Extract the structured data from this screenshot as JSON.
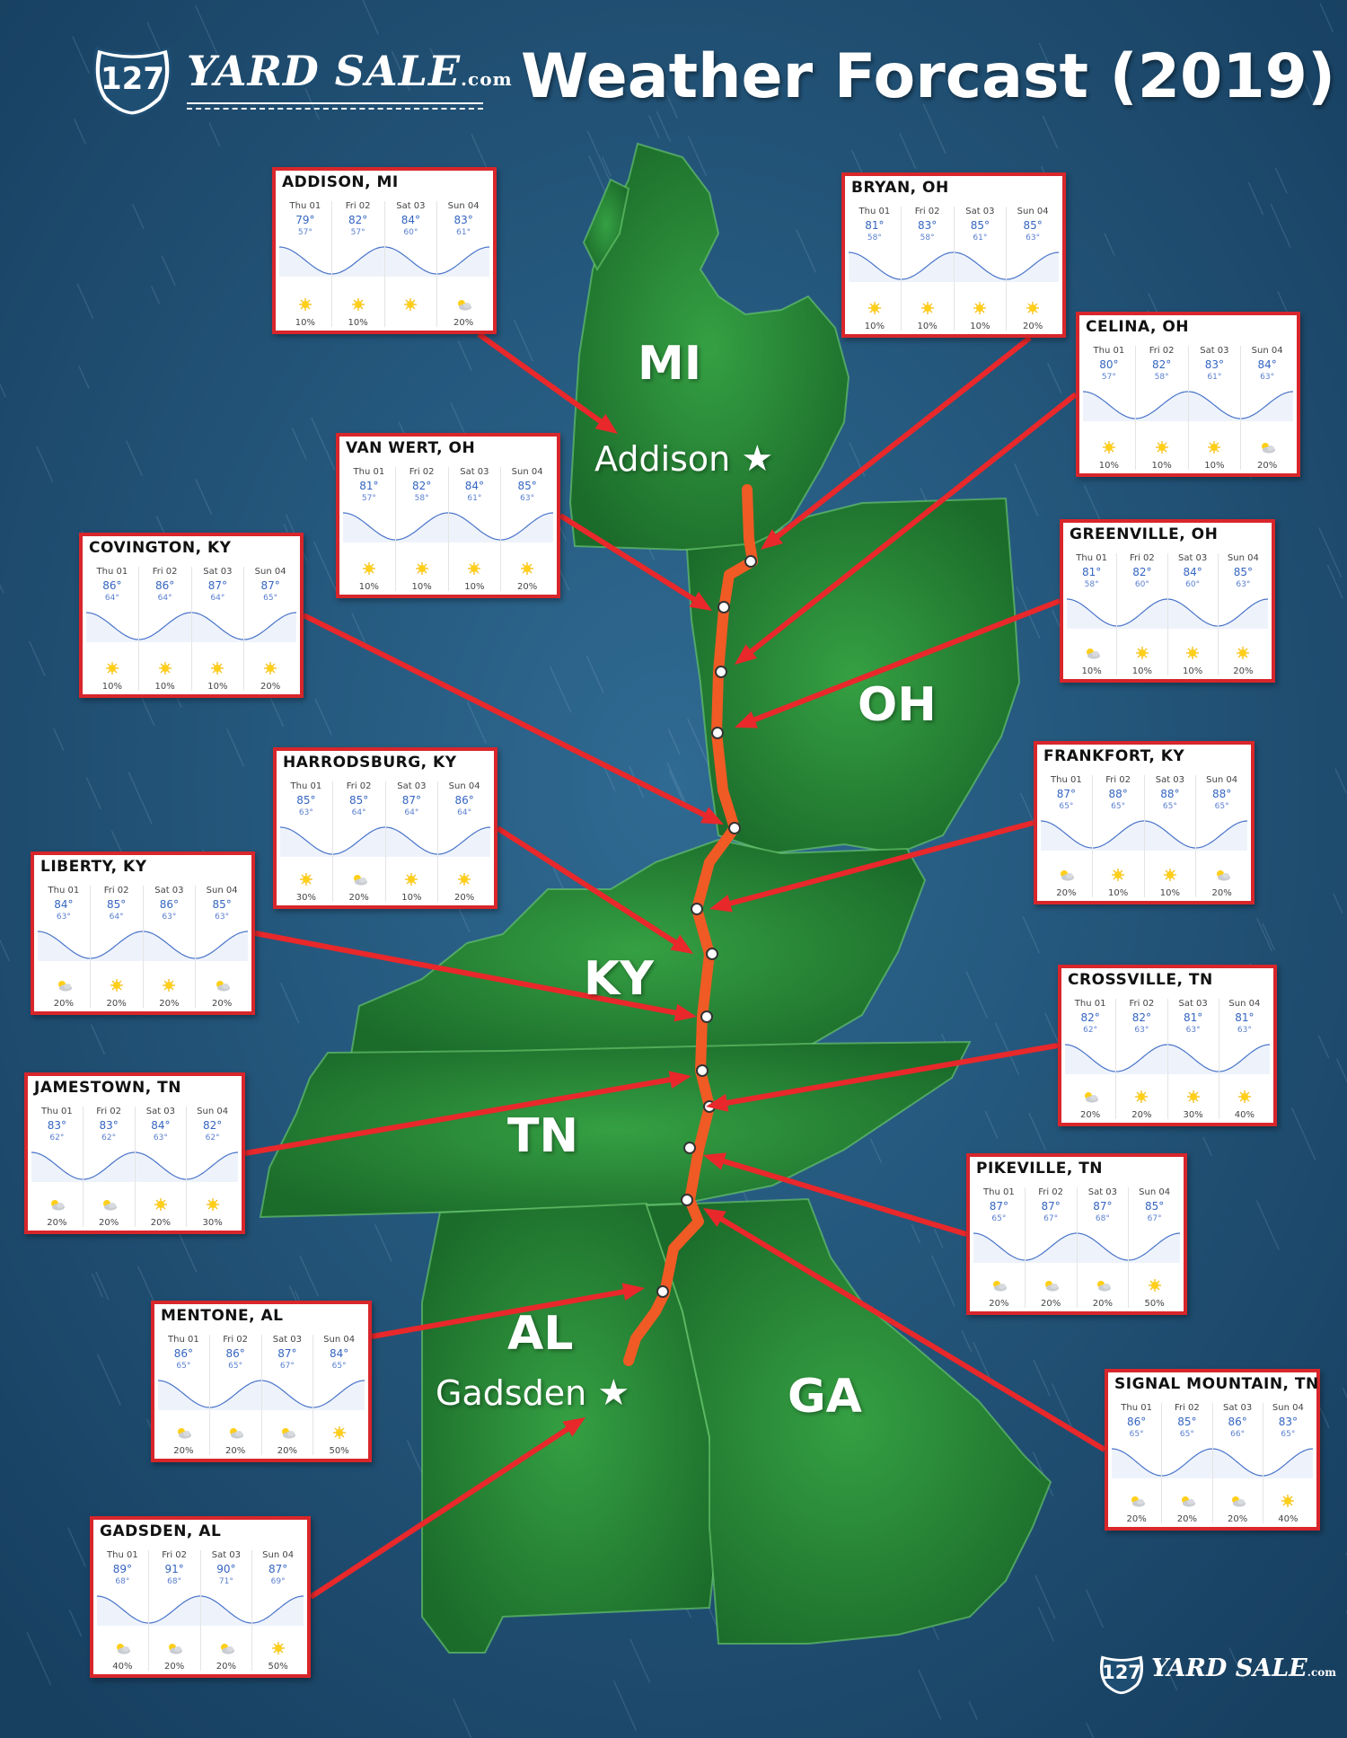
{
  "header": {
    "shield_number": "127",
    "logo_text": "YARD SALE",
    "logo_suffix": ".com",
    "title": "Weather Forcast (2019)"
  },
  "footer": {
    "shield_number": "127",
    "logo_text": "YARD SALE",
    "logo_suffix": ".com"
  },
  "states": [
    "MI",
    "OH",
    "KY",
    "TN",
    "AL",
    "GA"
  ],
  "endpoints": {
    "north": "Addison",
    "south": "Gadsden"
  },
  "colors": {
    "map_green": "#2e8b3b",
    "route": "#f05a24",
    "card_border": "#d8262b",
    "background": "#1f4e73",
    "temp_blue": "#3565c0"
  },
  "forecasts": [
    {
      "city": "ADDISON, MI",
      "days": [
        {
          "day": "Thu 01",
          "hi": "79°",
          "lo": "57°",
          "icon": "sun",
          "precip": "10%"
        },
        {
          "day": "Fri 02",
          "hi": "82°",
          "lo": "57°",
          "icon": "sun",
          "precip": "10%"
        },
        {
          "day": "Sat 03",
          "hi": "84°",
          "lo": "60°",
          "icon": "sun",
          "precip": ""
        },
        {
          "day": "Sun 04",
          "hi": "83°",
          "lo": "61°",
          "icon": "partly-cloudy",
          "precip": "20%"
        }
      ]
    },
    {
      "city": "BRYAN, OH",
      "days": [
        {
          "day": "Thu 01",
          "hi": "81°",
          "lo": "58°",
          "icon": "sun",
          "precip": "10%"
        },
        {
          "day": "Fri 02",
          "hi": "83°",
          "lo": "58°",
          "icon": "sun",
          "precip": "10%"
        },
        {
          "day": "Sat 03",
          "hi": "85°",
          "lo": "61°",
          "icon": "sun",
          "precip": "10%"
        },
        {
          "day": "Sun 04",
          "hi": "85°",
          "lo": "63°",
          "icon": "sun",
          "precip": "20%"
        }
      ]
    },
    {
      "city": "CELINA, OH",
      "days": [
        {
          "day": "Thu 01",
          "hi": "80°",
          "lo": "57°",
          "icon": "sun",
          "precip": "10%"
        },
        {
          "day": "Fri 02",
          "hi": "82°",
          "lo": "58°",
          "icon": "sun",
          "precip": "10%"
        },
        {
          "day": "Sat 03",
          "hi": "83°",
          "lo": "61°",
          "icon": "sun",
          "precip": "10%"
        },
        {
          "day": "Sun 04",
          "hi": "84°",
          "lo": "63°",
          "icon": "partly-cloudy",
          "precip": "20%"
        }
      ]
    },
    {
      "city": "VAN WERT, OH",
      "days": [
        {
          "day": "Thu 01",
          "hi": "81°",
          "lo": "57°",
          "icon": "sun",
          "precip": "10%"
        },
        {
          "day": "Fri 02",
          "hi": "82°",
          "lo": "58°",
          "icon": "sun",
          "precip": "10%"
        },
        {
          "day": "Sat 03",
          "hi": "84°",
          "lo": "61°",
          "icon": "sun",
          "precip": "10%"
        },
        {
          "day": "Sun 04",
          "hi": "85°",
          "lo": "63°",
          "icon": "sun",
          "precip": "20%"
        }
      ]
    },
    {
      "city": "COVINGTON, KY",
      "days": [
        {
          "day": "Thu 01",
          "hi": "86°",
          "lo": "64°",
          "icon": "sun",
          "precip": "10%"
        },
        {
          "day": "Fri 02",
          "hi": "86°",
          "lo": "64°",
          "icon": "sun",
          "precip": "10%"
        },
        {
          "day": "Sat 03",
          "hi": "87°",
          "lo": "64°",
          "icon": "sun",
          "precip": "10%"
        },
        {
          "day": "Sun 04",
          "hi": "87°",
          "lo": "65°",
          "icon": "sun",
          "precip": "20%"
        }
      ]
    },
    {
      "city": "GREENVILLE, OH",
      "days": [
        {
          "day": "Thu 01",
          "hi": "81°",
          "lo": "58°",
          "icon": "partly-cloudy",
          "precip": "10%"
        },
        {
          "day": "Fri 02",
          "hi": "82°",
          "lo": "60°",
          "icon": "sun",
          "precip": "10%"
        },
        {
          "day": "Sat 03",
          "hi": "84°",
          "lo": "60°",
          "icon": "sun",
          "precip": "10%"
        },
        {
          "day": "Sun 04",
          "hi": "85°",
          "lo": "63°",
          "icon": "sun",
          "precip": "20%"
        }
      ]
    },
    {
      "city": "HARRODSBURG, KY",
      "days": [
        {
          "day": "Thu 01",
          "hi": "85°",
          "lo": "63°",
          "icon": "sun",
          "precip": "30%"
        },
        {
          "day": "Fri 02",
          "hi": "85°",
          "lo": "64°",
          "icon": "partly-cloudy",
          "precip": "20%"
        },
        {
          "day": "Sat 03",
          "hi": "87°",
          "lo": "64°",
          "icon": "sun",
          "precip": "10%"
        },
        {
          "day": "Sun 04",
          "hi": "86°",
          "lo": "64°",
          "icon": "sun",
          "precip": "20%"
        }
      ]
    },
    {
      "city": "FRANKFORT, KY",
      "days": [
        {
          "day": "Thu 01",
          "hi": "87°",
          "lo": "65°",
          "icon": "partly-cloudy",
          "precip": "20%"
        },
        {
          "day": "Fri 02",
          "hi": "88°",
          "lo": "65°",
          "icon": "sun",
          "precip": "10%"
        },
        {
          "day": "Sat 03",
          "hi": "88°",
          "lo": "65°",
          "icon": "sun",
          "precip": "10%"
        },
        {
          "day": "Sun 04",
          "hi": "88°",
          "lo": "65°",
          "icon": "partly-cloudy",
          "precip": "20%"
        }
      ]
    },
    {
      "city": "LIBERTY, KY",
      "days": [
        {
          "day": "Thu 01",
          "hi": "84°",
          "lo": "63°",
          "icon": "partly-cloudy",
          "precip": "20%"
        },
        {
          "day": "Fri 02",
          "hi": "85°",
          "lo": "64°",
          "icon": "sun",
          "precip": "20%"
        },
        {
          "day": "Sat 03",
          "hi": "86°",
          "lo": "63°",
          "icon": "sun",
          "precip": "20%"
        },
        {
          "day": "Sun 04",
          "hi": "85°",
          "lo": "63°",
          "icon": "partly-cloudy",
          "precip": "20%"
        }
      ]
    },
    {
      "city": "CROSSVILLE, TN",
      "days": [
        {
          "day": "Thu 01",
          "hi": "82°",
          "lo": "62°",
          "icon": "partly-cloudy",
          "precip": "20%"
        },
        {
          "day": "Fri 02",
          "hi": "82°",
          "lo": "63°",
          "icon": "sun",
          "precip": "20%"
        },
        {
          "day": "Sat 03",
          "hi": "81°",
          "lo": "63°",
          "icon": "sun",
          "precip": "30%"
        },
        {
          "day": "Sun 04",
          "hi": "81°",
          "lo": "63°",
          "icon": "sun",
          "precip": "40%"
        }
      ]
    },
    {
      "city": "JAMESTOWN, TN",
      "days": [
        {
          "day": "Thu 01",
          "hi": "83°",
          "lo": "62°",
          "icon": "partly-cloudy",
          "precip": "20%"
        },
        {
          "day": "Fri 02",
          "hi": "83°",
          "lo": "62°",
          "icon": "partly-cloudy",
          "precip": "20%"
        },
        {
          "day": "Sat 03",
          "hi": "84°",
          "lo": "63°",
          "icon": "sun",
          "precip": "20%"
        },
        {
          "day": "Sun 04",
          "hi": "82°",
          "lo": "62°",
          "icon": "sun",
          "precip": "30%"
        }
      ]
    },
    {
      "city": "PIKEVILLE, TN",
      "days": [
        {
          "day": "Thu 01",
          "hi": "87°",
          "lo": "65°",
          "icon": "partly-cloudy",
          "precip": "20%"
        },
        {
          "day": "Fri 02",
          "hi": "87°",
          "lo": "67°",
          "icon": "partly-cloudy",
          "precip": "20%"
        },
        {
          "day": "Sat 03",
          "hi": "87°",
          "lo": "68°",
          "icon": "partly-cloudy",
          "precip": "20%"
        },
        {
          "day": "Sun 04",
          "hi": "85°",
          "lo": "67°",
          "icon": "sun",
          "precip": "50%"
        }
      ]
    },
    {
      "city": "MENTONE, AL",
      "days": [
        {
          "day": "Thu 01",
          "hi": "86°",
          "lo": "65°",
          "icon": "partly-cloudy",
          "precip": "20%"
        },
        {
          "day": "Fri 02",
          "hi": "86°",
          "lo": "65°",
          "icon": "partly-cloudy",
          "precip": "20%"
        },
        {
          "day": "Sat 03",
          "hi": "87°",
          "lo": "67°",
          "icon": "partly-cloudy",
          "precip": "20%"
        },
        {
          "day": "Sun 04",
          "hi": "84°",
          "lo": "65°",
          "icon": "sun",
          "precip": "50%"
        }
      ]
    },
    {
      "city": "SIGNAL MOUNTAIN, TN",
      "days": [
        {
          "day": "Thu 01",
          "hi": "86°",
          "lo": "65°",
          "icon": "partly-cloudy",
          "precip": "20%"
        },
        {
          "day": "Fri 02",
          "hi": "85°",
          "lo": "65°",
          "icon": "partly-cloudy",
          "precip": "20%"
        },
        {
          "day": "Sat 03",
          "hi": "86°",
          "lo": "66°",
          "icon": "partly-cloudy",
          "precip": "20%"
        },
        {
          "day": "Sun 04",
          "hi": "83°",
          "lo": "65°",
          "icon": "sun",
          "precip": "40%"
        }
      ]
    },
    {
      "city": "GADSDEN, AL",
      "days": [
        {
          "day": "Thu 01",
          "hi": "89°",
          "lo": "68°",
          "icon": "partly-cloudy",
          "precip": "40%"
        },
        {
          "day": "Fri 02",
          "hi": "91°",
          "lo": "68°",
          "icon": "partly-cloudy",
          "precip": "20%"
        },
        {
          "day": "Sat 03",
          "hi": "90°",
          "lo": "71°",
          "icon": "partly-cloudy",
          "precip": "20%"
        },
        {
          "day": "Sun 04",
          "hi": "87°",
          "lo": "69°",
          "icon": "sun",
          "precip": "50%"
        }
      ]
    }
  ]
}
